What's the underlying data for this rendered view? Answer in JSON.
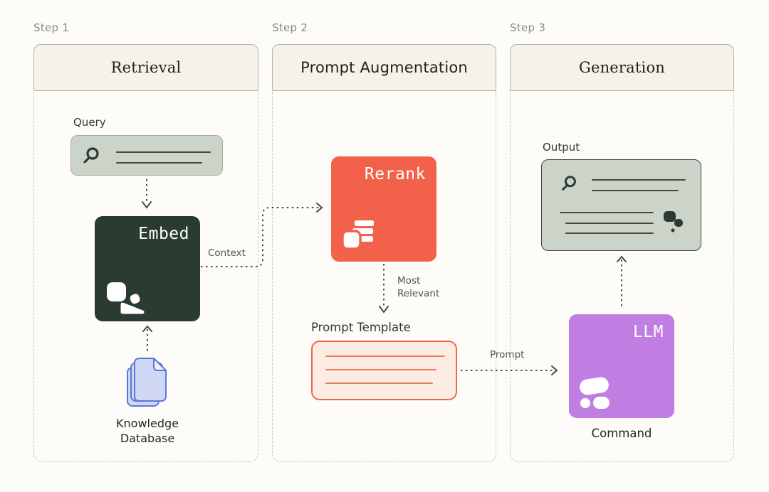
{
  "diagram": {
    "steps": [
      {
        "label": "Step 1",
        "title": "Retrieval"
      },
      {
        "label": "Step 2",
        "title": "Prompt Augmentation"
      },
      {
        "label": "Step 3",
        "title": "Generation"
      }
    ],
    "retrieval": {
      "query_label": "Query",
      "embed_label": "Embed",
      "knowledge_lines": [
        "Knowledge",
        "Database"
      ]
    },
    "augmentation": {
      "rerank_label": "Rerank",
      "template_label": "Prompt Template"
    },
    "generation": {
      "output_label": "Output",
      "llm_label": "LLM",
      "command_label": "Command"
    },
    "connectors": {
      "context": "Context",
      "most_relevant_lines": [
        "Most",
        "Relevant"
      ],
      "prompt": "Prompt"
    }
  },
  "colors": {
    "page_bg": "#fdfcf8",
    "header_bg": "#f4f2e9",
    "header_border": "#b5b2a6",
    "panel_dashed_border": "#c9c6ba",
    "step_label": "#8b897f",
    "sage_box": "#ccd3c8",
    "sage_box_border": "#39493c",
    "embed_dark_green": "#2a3b31",
    "rerank_orange": "#f26149",
    "llm_purple": "#c17ee2",
    "template_bg": "#fdece4",
    "template_border": "#ea6746",
    "template_line": "#f07a55",
    "document_fill": "#cfd7f4",
    "document_stroke": "#5b76dc",
    "connector_stroke": "#4a4a45",
    "small_label_text": "#55534b"
  }
}
